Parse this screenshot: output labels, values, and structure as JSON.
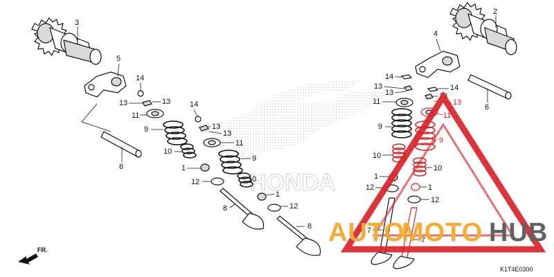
{
  "diagram": {
    "code": "K1T4E0300",
    "front_marker": "FR.",
    "callouts": {
      "c1": "1",
      "c2": "2",
      "c3": "3",
      "c4": "4",
      "c5": "5",
      "c6": "6",
      "c7": "7",
      "c8": "8",
      "c9": "9",
      "c10": "10",
      "c11": "11",
      "c12": "12",
      "c13": "13",
      "c14": "14"
    }
  },
  "watermark": {
    "brand_left": "AUTO",
    "brand_middle": "MOTO",
    "brand_right": "HUB",
    "colors": {
      "orange": "#f5a623",
      "red": "#d8232a",
      "dark": "#555555"
    }
  },
  "background_logo": {
    "text": "HONDA"
  }
}
